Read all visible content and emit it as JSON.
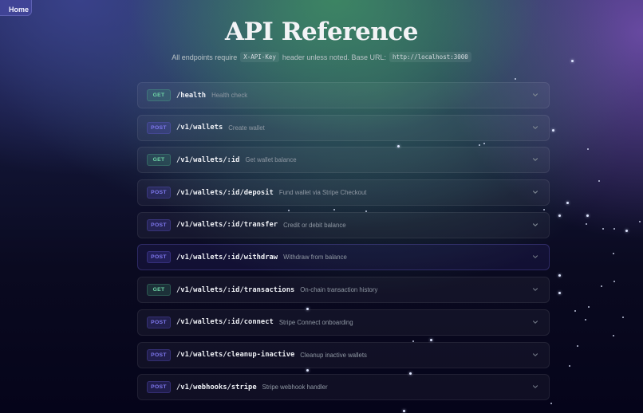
{
  "nav": {
    "home_label": "Home"
  },
  "header": {
    "title": "API Reference",
    "subtitle_prefix": "All endpoints require",
    "auth_header": "X-API-Key",
    "subtitle_middle": "header unless noted. Base URL:",
    "base_url": "http://localhost:3000"
  },
  "colors": {
    "get_badge": "#6fd6a6",
    "post_badge": "#7f78ee",
    "accent_green": "#3e8c62",
    "accent_purple": "#704eaa"
  },
  "endpoints": [
    {
      "method": "GET",
      "path": "/health",
      "description": "Health check",
      "icon": "chevron-down-icon"
    },
    {
      "method": "POST",
      "path": "/v1/wallets",
      "description": "Create wallet",
      "icon": "chevron-down-icon"
    },
    {
      "method": "GET",
      "path": "/v1/wallets/:id",
      "description": "Get wallet balance",
      "icon": "chevron-down-icon"
    },
    {
      "method": "POST",
      "path": "/v1/wallets/:id/deposit",
      "description": "Fund wallet via Stripe Checkout",
      "icon": "chevron-down-icon"
    },
    {
      "method": "POST",
      "path": "/v1/wallets/:id/transfer",
      "description": "Credit or debit balance",
      "icon": "chevron-down-icon"
    },
    {
      "method": "POST",
      "path": "/v1/wallets/:id/withdraw",
      "description": "Withdraw from balance",
      "icon": "chevron-down-icon",
      "state": "hovered"
    },
    {
      "method": "GET",
      "path": "/v1/wallets/:id/transactions",
      "description": "On-chain transaction history",
      "icon": "chevron-down-icon"
    },
    {
      "method": "POST",
      "path": "/v1/wallets/:id/connect",
      "description": "Stripe Connect onboarding",
      "icon": "chevron-down-icon"
    },
    {
      "method": "POST",
      "path": "/v1/wallets/cleanup-inactive",
      "description": "Cleanup inactive wallets",
      "icon": "chevron-down-icon"
    },
    {
      "method": "POST",
      "path": "/v1/webhooks/stripe",
      "description": "Stripe webhook handler",
      "icon": "chevron-down-icon"
    }
  ]
}
